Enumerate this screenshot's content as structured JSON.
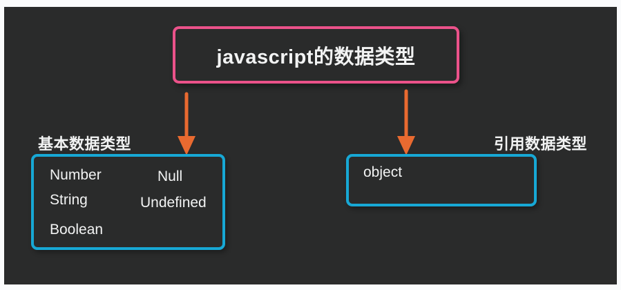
{
  "colors": {
    "page_background": "#fafbfc",
    "background": "#2a2b2b",
    "title_border": "#eb528a",
    "box_border": "#17a8d5",
    "arrow": "#e96a30",
    "text": "#f2f3f3"
  },
  "title": {
    "text": "javascript的数据类型"
  },
  "left_group": {
    "label": "基本数据类型",
    "items": [
      "Number",
      "String",
      "Boolean",
      "Null",
      "Undefined"
    ]
  },
  "right_group": {
    "label": "引用数据类型",
    "items": [
      "object"
    ]
  }
}
